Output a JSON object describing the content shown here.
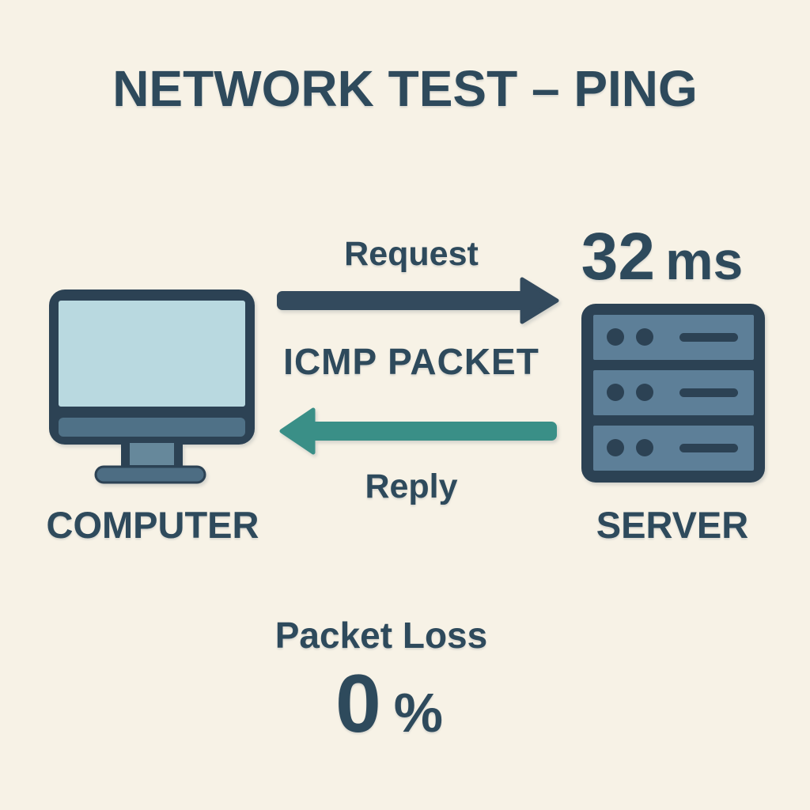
{
  "title": "NETWORK TEST – PING",
  "computer": {
    "label": "COMPUTER"
  },
  "server": {
    "label": "SERVER"
  },
  "flow": {
    "request_label": "Request",
    "packet_label": "ICMP PACKET",
    "reply_label": "Reply"
  },
  "latency": {
    "value": "32",
    "unit": "ms"
  },
  "packet_loss": {
    "label": "Packet Loss",
    "value": "0",
    "unit": "%"
  },
  "colors": {
    "background": "#f7f2e6",
    "text_dark": "#2e4a5c",
    "icon_dark": "#2c4254",
    "arrow_request": "#334a5d",
    "arrow_reply": "#3a8f87",
    "screen_blue": "#b9d9e0",
    "rack_fill": "#5d7f98",
    "monitor_bar": "#4f7187",
    "stand_fill": "#66889b",
    "base_fill": "#4d6d83"
  }
}
